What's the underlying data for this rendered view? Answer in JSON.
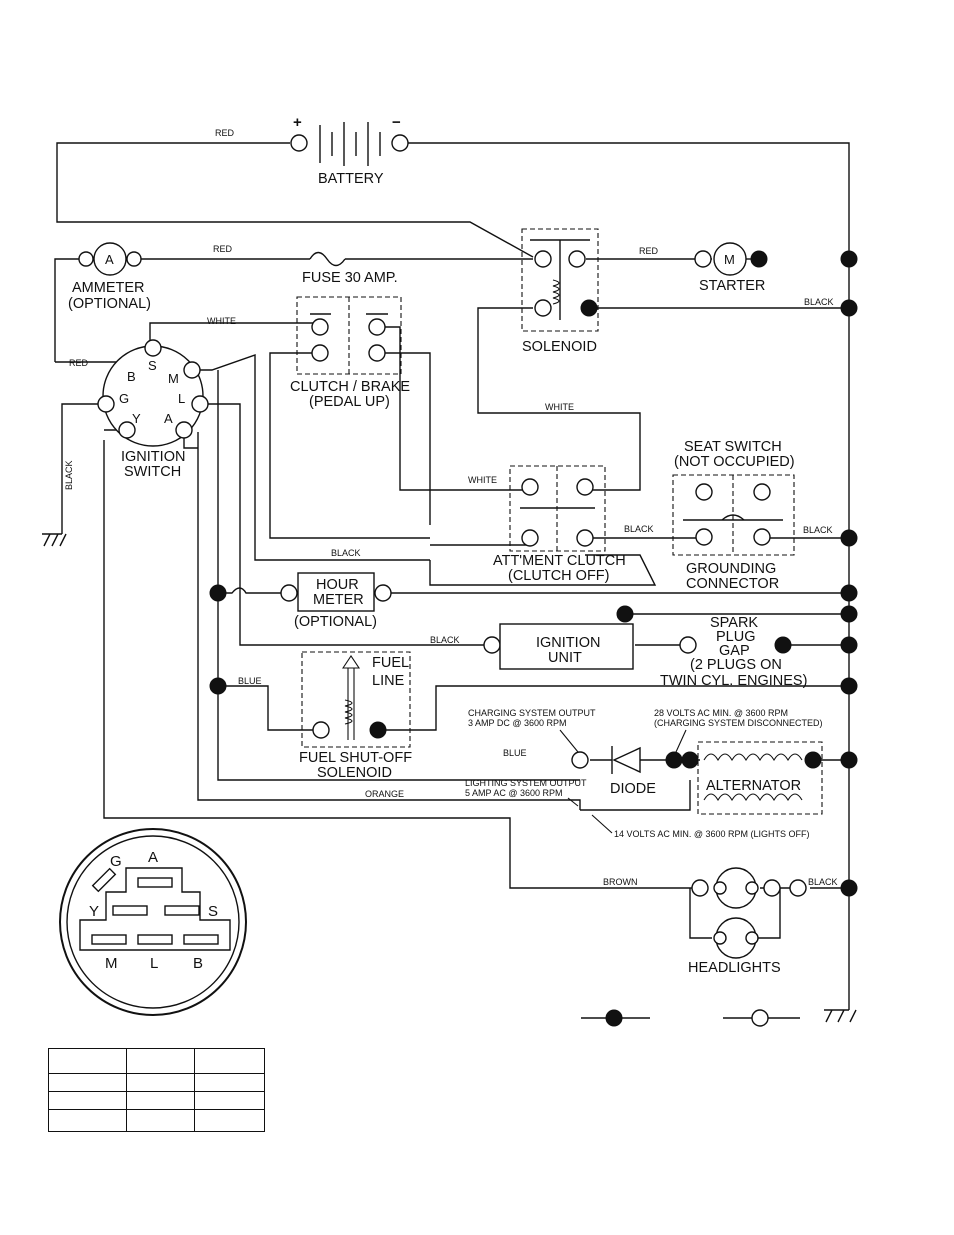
{
  "battery": {
    "label": "BATTERY",
    "plus": "+",
    "minus": "−"
  },
  "ammeter": {
    "label": "AMMETER",
    "sub": "(OPTIONAL)",
    "symbol": "A"
  },
  "fuse": {
    "label": "FUSE 30 AMP."
  },
  "solenoid": {
    "label": "SOLENOID"
  },
  "starter": {
    "label": "STARTER",
    "symbol": "M"
  },
  "clutch_brake": {
    "label": "CLUTCH / BRAKE",
    "sub": "(PEDAL UP)"
  },
  "ignition_switch": {
    "label": "IGNITION",
    "label2": "SWITCH",
    "pins": {
      "B": "B",
      "S": "S",
      "M": "M",
      "G": "G",
      "L": "L",
      "Y": "Y",
      "A": "A"
    }
  },
  "seat_switch": {
    "label": "SEAT SWITCH",
    "sub": "(NOT OCCUPIED)"
  },
  "attachment_clutch": {
    "label": "ATT'MENT CLUTCH",
    "sub": "(CLUTCH OFF)"
  },
  "grounding": {
    "label": "GROUNDING",
    "label2": "CONNECTOR"
  },
  "hour_meter": {
    "label": "HOUR",
    "label2": "METER",
    "sub": "(OPTIONAL)"
  },
  "ignition_unit": {
    "label": "IGNITION",
    "label2": "UNIT"
  },
  "spark_plug": {
    "l1": "SPARK",
    "l2": "PLUG",
    "l3": "GAP",
    "l4": "(2 PLUGS ON",
    "l5": "TWIN CYL. ENGINES)"
  },
  "fuel": {
    "l1": "FUEL",
    "l2": "LINE",
    "sol1": "FUEL SHUT-OFF",
    "sol2": "SOLENOID"
  },
  "diode": {
    "label": "DIODE"
  },
  "alternator": {
    "label": "ALTERNATOR"
  },
  "headlights": {
    "label": "HEADLIGHTS"
  },
  "notes": {
    "charging1": "CHARGING SYSTEM OUTPUT",
    "charging2": "3 AMP DC @ 3600 RPM",
    "volts28a": "28 VOLTS AC MIN. @ 3600 RPM",
    "volts28b": "(CHARGING SYSTEM DISCONNECTED)",
    "lighting1": "LIGHTING SYSTEM OUTPUT",
    "lighting2": "5 AMP AC @ 3600 RPM",
    "volts14": "14 VOLTS AC MIN. @ 3600 RPM (LIGHTS OFF)"
  },
  "wires": {
    "red": "RED",
    "black": "BLACK",
    "white": "WHITE",
    "blue": "BLUE",
    "orange": "ORANGE",
    "brown": "BROWN"
  },
  "plug_face": {
    "G": "G",
    "A": "A",
    "Y": "Y",
    "S": "S",
    "M": "M",
    "L": "L",
    "B": "B"
  }
}
